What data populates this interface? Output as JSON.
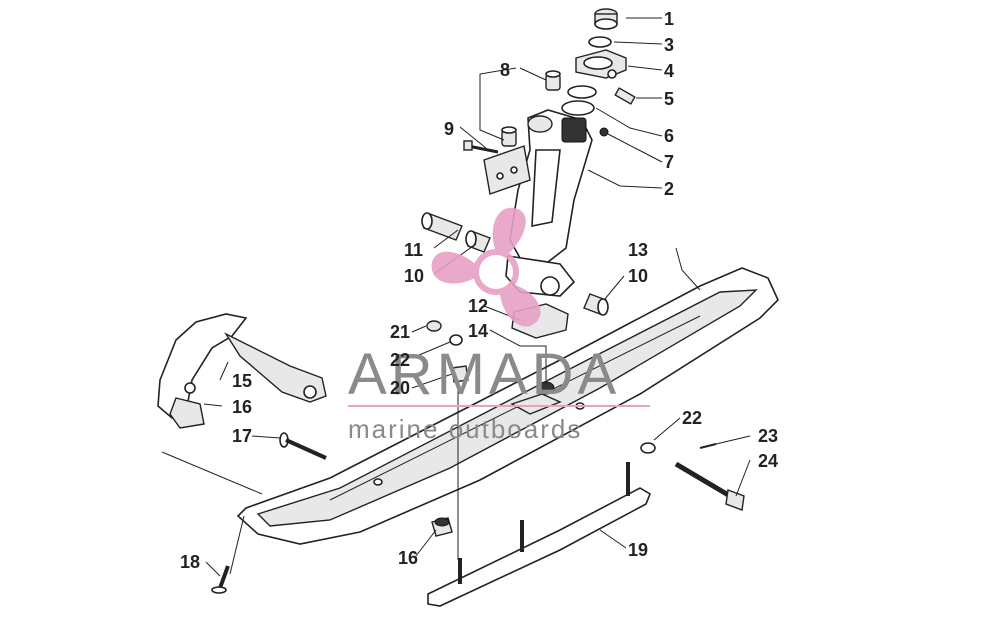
{
  "watermark": {
    "brand": "ARMADA",
    "tagline": "marine outboards",
    "logo_color": "#e7a0c6"
  },
  "callouts": [
    "1",
    "3",
    "4",
    "5",
    "6",
    "7",
    "2",
    "8",
    "9",
    "11",
    "10",
    "10",
    "13",
    "12",
    "14",
    "21",
    "22",
    "20",
    "15",
    "16",
    "17",
    "22",
    "23",
    "24",
    "19",
    "18",
    "16"
  ]
}
